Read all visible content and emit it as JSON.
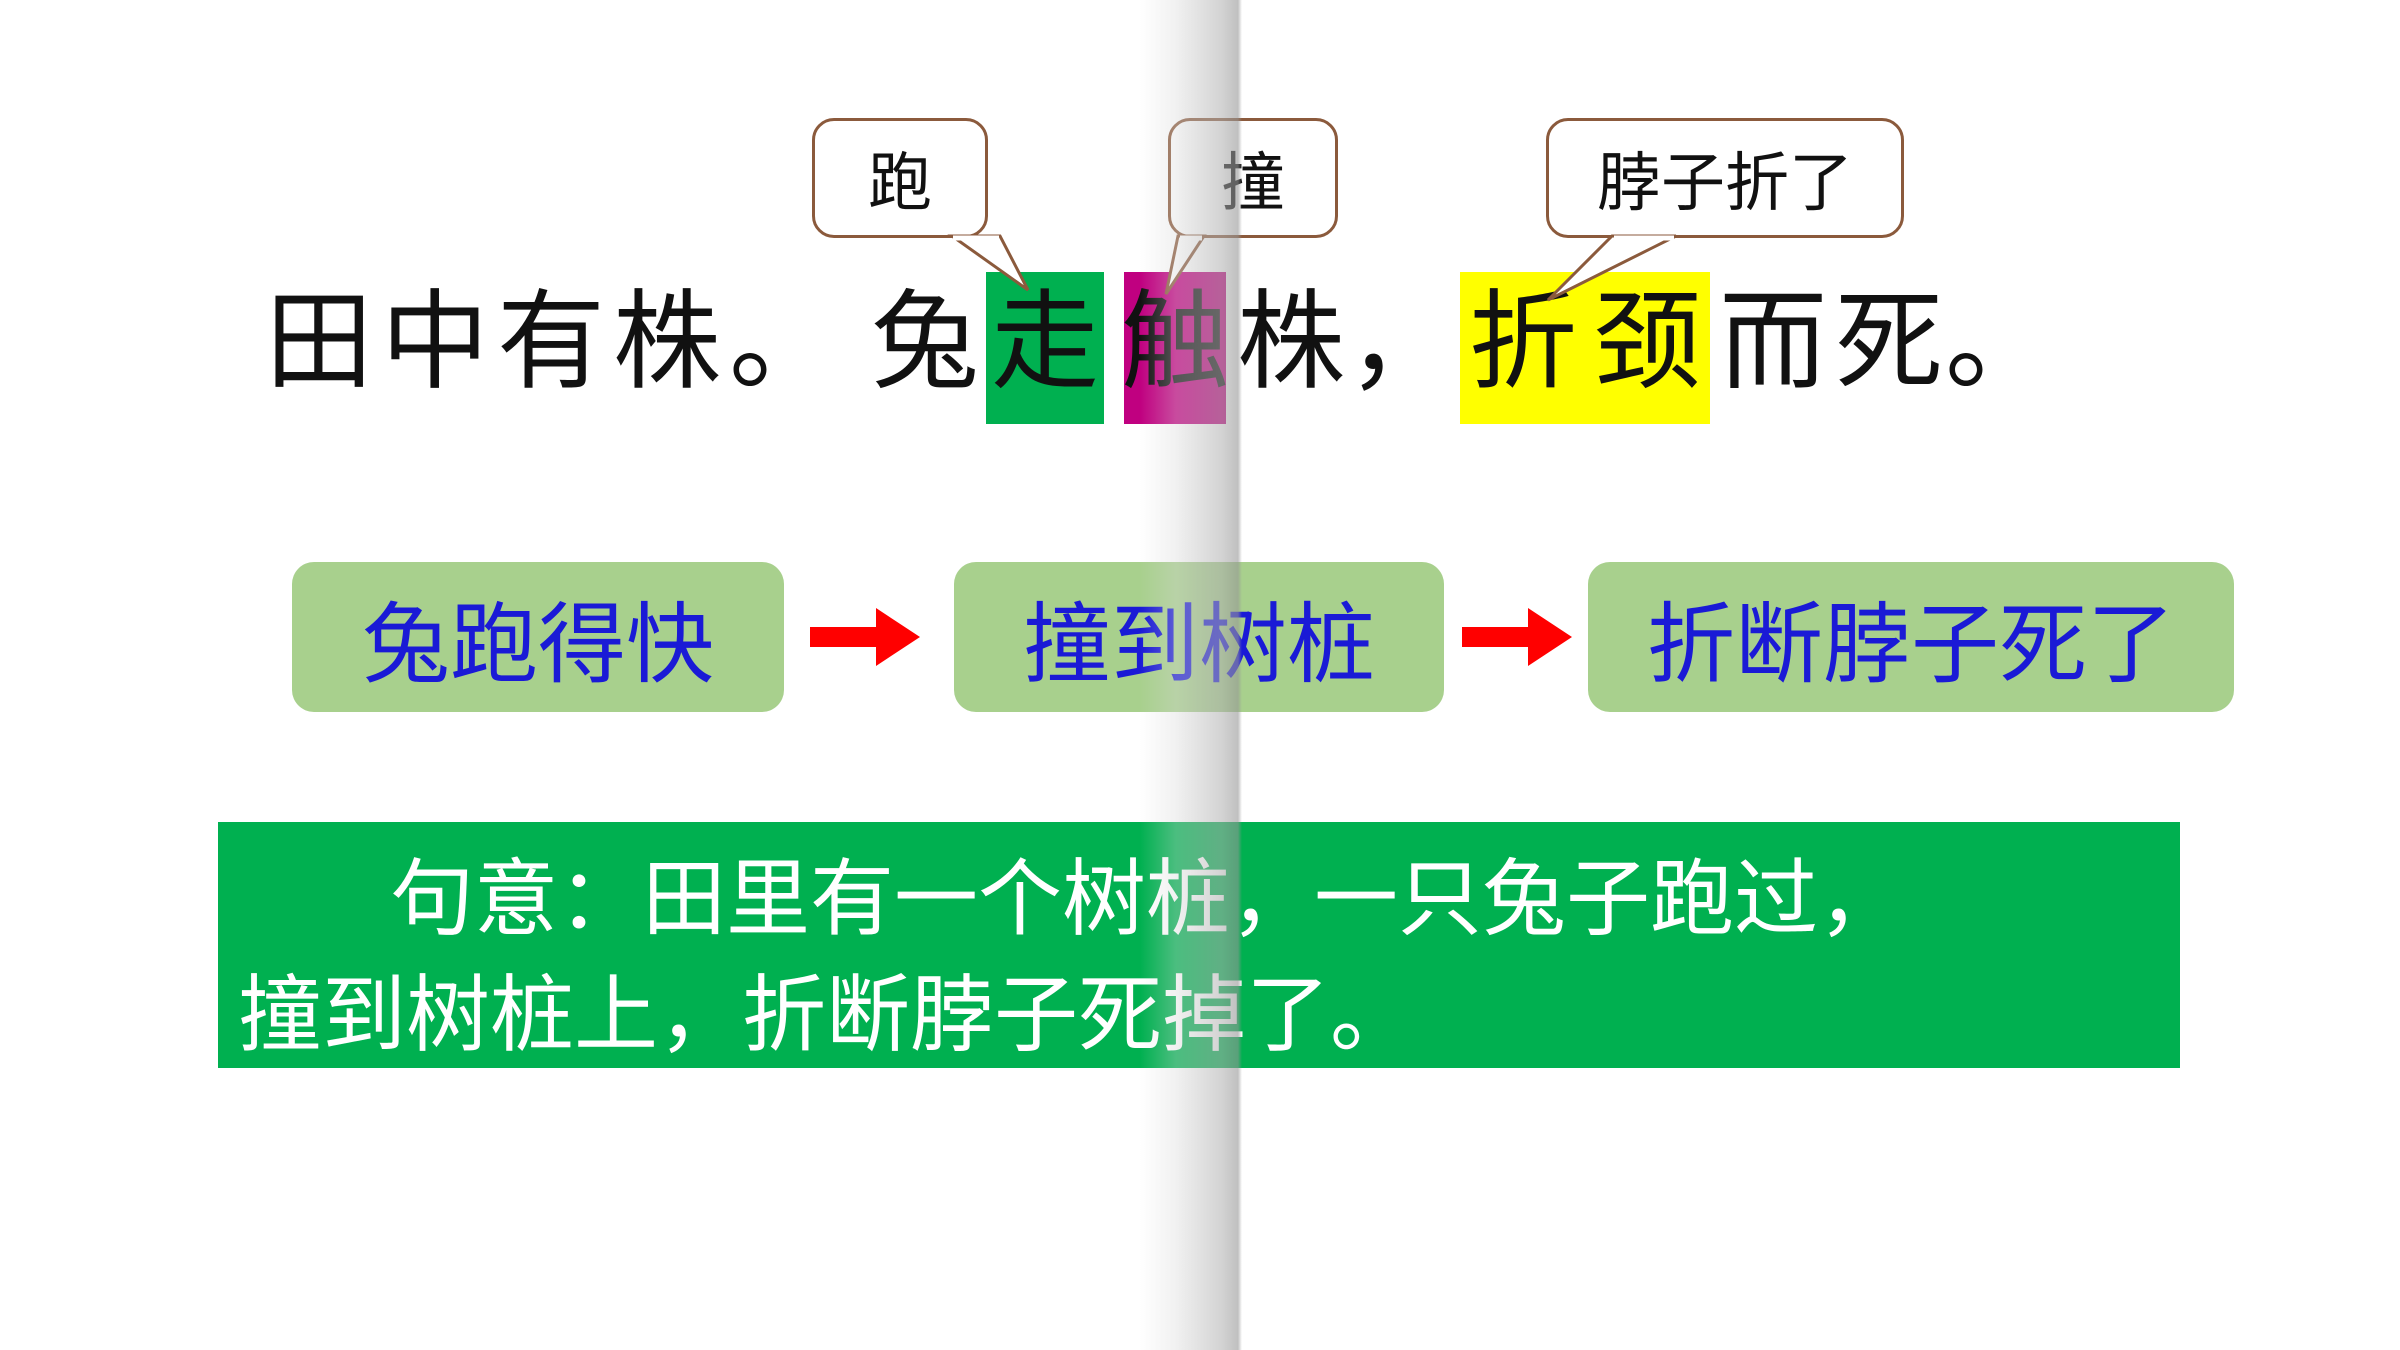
{
  "callouts": {
    "pao": "跑",
    "zhuang": "撞",
    "bozi": "脖子折了"
  },
  "sentence": {
    "chars": [
      "田",
      "中",
      "有",
      "株",
      "。",
      "兔",
      "走",
      "触",
      "株",
      "，",
      "折",
      "颈",
      "而",
      "死",
      "。"
    ],
    "highlight_colors": {
      "zou": "#00b050",
      "chu": "#c00080",
      "zhejing": "#ffff00"
    }
  },
  "flow": {
    "steps": [
      "兔跑得快",
      "撞到树桩",
      "折断脖子死了"
    ],
    "box_color": "#a8d08d",
    "text_color": "#1a1ad6",
    "arrow_color": "#ff0000"
  },
  "meaning": {
    "line1": "句意：田里有一个树桩，一只兔子跑过，",
    "line2": "撞到树桩上，折断脖子死掉了。",
    "bg_color": "#00b050"
  }
}
